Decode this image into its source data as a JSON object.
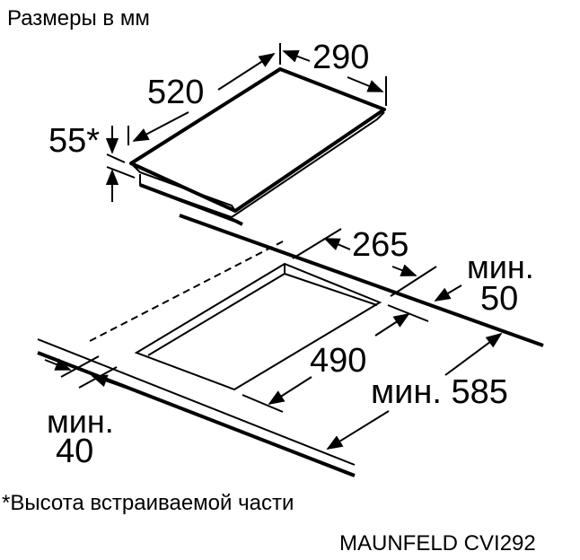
{
  "title": "Размеры в мм",
  "dimensions": {
    "hob_width": "290",
    "hob_depth": "520",
    "built_in_height": "55*",
    "cutout_width": "265",
    "cutout_depth": "490",
    "min_rear_label": "мин.",
    "min_rear_value": "50",
    "min_worktop_depth": "мин. 585",
    "min_front_label": "мин.",
    "min_front_value": "40"
  },
  "footnote": "*Высота встраиваемой части",
  "model": "MAUNFELD CVI292"
}
